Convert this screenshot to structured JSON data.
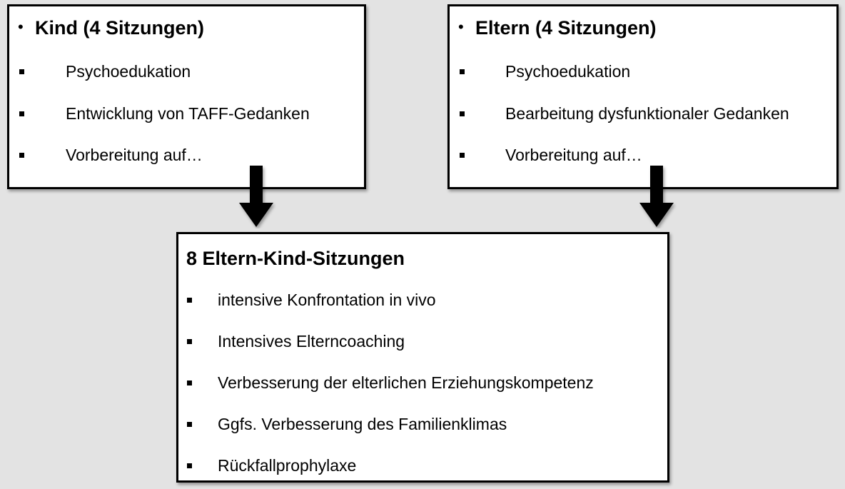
{
  "kind_box": {
    "bullet": "•",
    "title": "Kind (4 Sitzungen)",
    "items": [
      "Psychoedukation",
      "Entwicklung von TAFF-Gedanken",
      "Vorbereitung auf…"
    ]
  },
  "eltern_box": {
    "bullet": "•",
    "title": "Eltern (4 Sitzungen)",
    "items": [
      "Psychoedukation",
      "Bearbeitung dysfunktionaler Gedanken",
      "Vorbereitung auf…"
    ]
  },
  "joint_box": {
    "title": "8 Eltern-Kind-Sitzungen",
    "items": [
      "intensive Konfrontation in vivo",
      "Intensives Elterncoaching",
      "Verbesserung der elterlichen Erziehungskompetenz",
      "Ggfs. Verbesserung des Familienklimas",
      "Rückfallprophylaxe"
    ]
  },
  "colors": {
    "background": "#e3e3e3",
    "box_fill": "#ffffff",
    "border": "#000000",
    "arrow": "#000000"
  }
}
